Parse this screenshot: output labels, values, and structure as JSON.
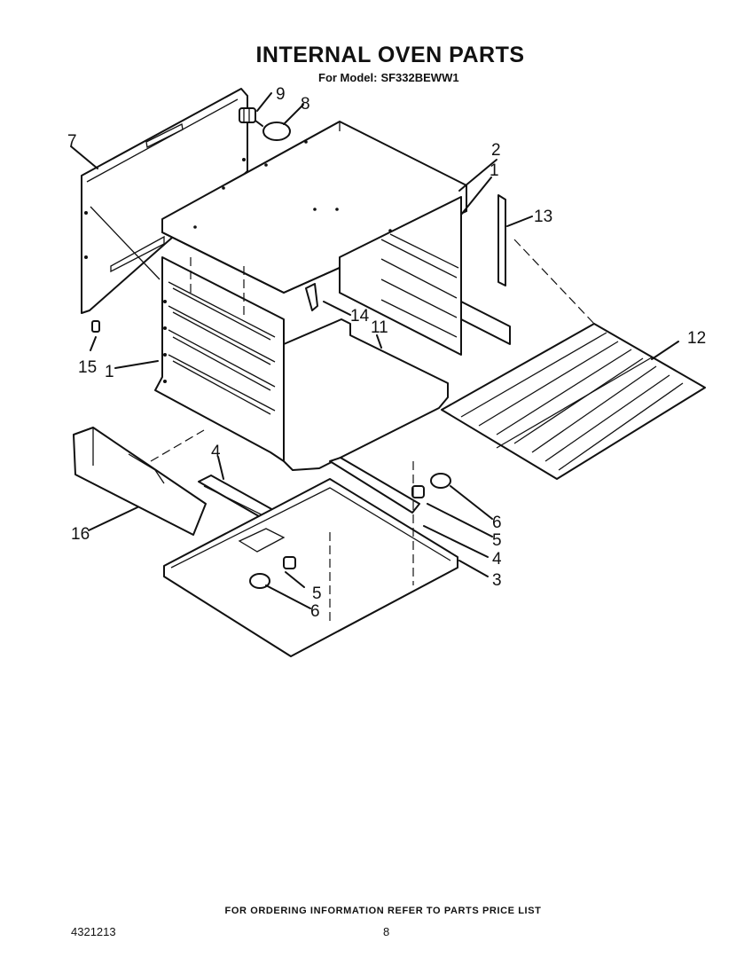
{
  "header": {
    "title": "INTERNAL OVEN PARTS",
    "model_label": "For Model:",
    "model_number": "SF332BEWW1"
  },
  "callouts": [
    "1",
    "1",
    "2",
    "3",
    "4",
    "4",
    "5",
    "5",
    "6",
    "6",
    "7",
    "8",
    "9",
    "11",
    "12",
    "13",
    "14",
    "15",
    "16"
  ],
  "footer": {
    "ordering_note": "FOR ORDERING INFORMATION REFER TO PARTS PRICE LIST",
    "part_number": "4321213",
    "page_number": "8"
  }
}
